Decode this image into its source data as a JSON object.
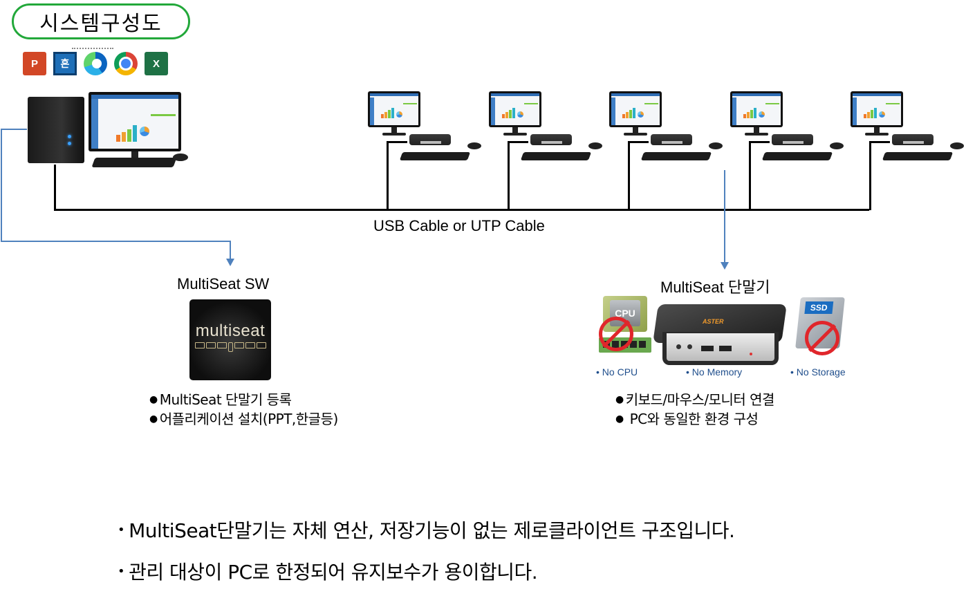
{
  "header": {
    "title": "시스템구성도",
    "app_icons": [
      {
        "name": "powerpoint-icon",
        "glyph": "P"
      },
      {
        "name": "hancom-hwp-icon",
        "glyph": "흔"
      },
      {
        "name": "edge-icon",
        "glyph": ""
      },
      {
        "name": "chrome-icon",
        "glyph": ""
      },
      {
        "name": "excel-icon",
        "glyph": "X"
      }
    ]
  },
  "topology": {
    "host": "PC",
    "terminal_count": 5,
    "cable_label": "USB Cable or UTP Cable",
    "colors": {
      "accent_green": "#22a83a",
      "connector_blue": "#4f81bd",
      "bus_line": "#000000"
    }
  },
  "software": {
    "title": "MultiSeat SW",
    "logo_text": "multiseat",
    "bullets": [
      "MultiSeat  단말기 등록",
      "어플리케이션 설치(PPT,한글등)"
    ]
  },
  "terminal": {
    "title": "MultiSeat 단말기",
    "brand": "ASTER",
    "chip_label": "CPU",
    "ssd_label": "SSD",
    "captions": [
      "• No CPU",
      "• No Memory",
      "• No Storage"
    ],
    "bullets": [
      "키보드/마우스/모니터  연결",
      " PC와 동일한 환경 구성"
    ]
  },
  "footer": {
    "bullet_symbol": "•",
    "lines": [
      "MultiSeat단말기는 자체 연산, 저장기능이 없는  제로클라이언트 구조입니다.",
      "관리 대상이 PC로 한정되어 유지보수가 용이합니다."
    ]
  }
}
